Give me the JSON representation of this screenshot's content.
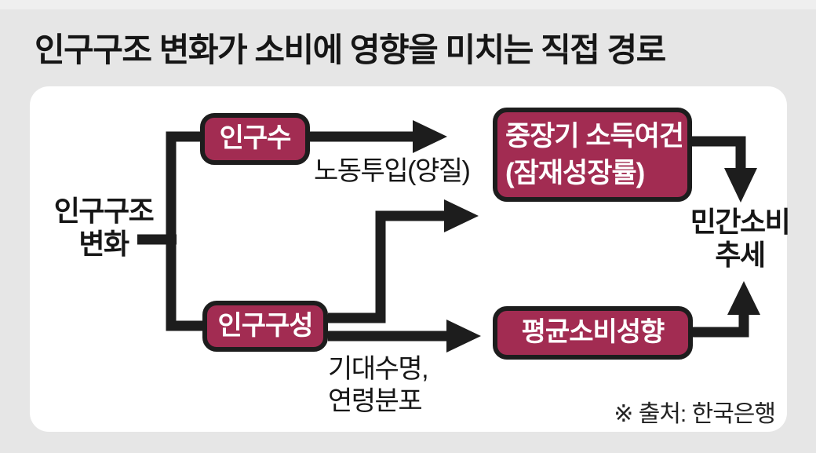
{
  "title": "인구구조 변화가 소비에 영향을 미치는 직접 경로",
  "diagram": {
    "root": {
      "line1": "인구구조",
      "line2": "변화"
    },
    "nodes": {
      "population_count": {
        "label": "인구수"
      },
      "population_composition": {
        "label": "인구구성"
      },
      "income_conditions": {
        "line1": "중장기 소득여건",
        "line2": "(잠재성장률)"
      },
      "avg_consumption_propensity": {
        "label": "평균소비성향"
      },
      "private_consumption": {
        "line1": "민간소비",
        "line2": "추세"
      }
    },
    "edge_labels": {
      "labor_input": "노동투입(양질)",
      "life_expectancy": "기대수명,",
      "age_distribution": "연령분포"
    },
    "source_note": "※ 출처: 한국은행"
  },
  "colors": {
    "background": "#e6e6e6",
    "panel": "#ffffff",
    "node_fill": "#a22c52",
    "node_border": "#1d1d1d",
    "line": "#1d1d1d",
    "text": "#161616"
  }
}
